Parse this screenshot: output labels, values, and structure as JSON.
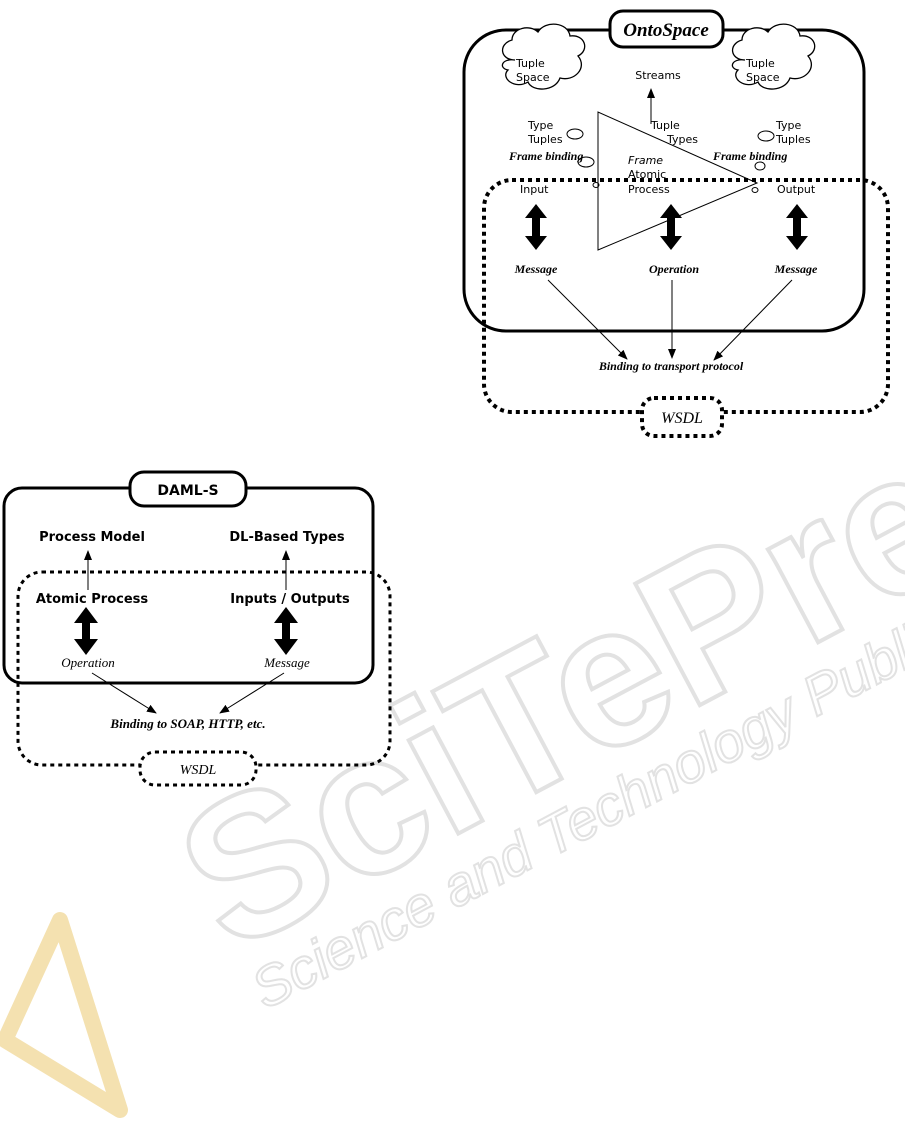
{
  "ontospace": {
    "title": "OntoSpace",
    "tuple_space_left": [
      "Tuple",
      "Space"
    ],
    "tuple_space_right": [
      "Tuple",
      "Space"
    ],
    "streams": "Streams",
    "tuple_types": [
      "Tuple",
      "Types"
    ],
    "type_tuples_left": [
      "Type",
      "Tuples"
    ],
    "type_tuples_right": [
      "Type",
      "Tuples"
    ],
    "frame_binding_left": "Frame binding",
    "frame_binding_right": "Frame binding",
    "frame_atomic_process": [
      "Frame",
      "Atomic",
      "Process"
    ],
    "input": "Input",
    "output": "Output",
    "message_left": "Message",
    "operation": "Operation",
    "message_right": "Message",
    "binding": "Binding to transport protocol",
    "wsdl": "WSDL"
  },
  "damls": {
    "title": "DAML-S",
    "process_model": "Process Model",
    "dl_based_types": "DL-Based Types",
    "atomic_process": "Atomic Process",
    "inputs_outputs": "Inputs / Outputs",
    "operation": "Operation",
    "message": "Message",
    "binding": "Binding to SOAP, HTTP, etc.",
    "wsdl": "WSDL"
  },
  "watermark": {
    "big": "SciTePress",
    "sub": "Science and Technology Publications"
  },
  "colors": {
    "ink": "#000000",
    "watermark_gray": "#e2e2e2",
    "watermark_orange": "#f4e1b0"
  }
}
